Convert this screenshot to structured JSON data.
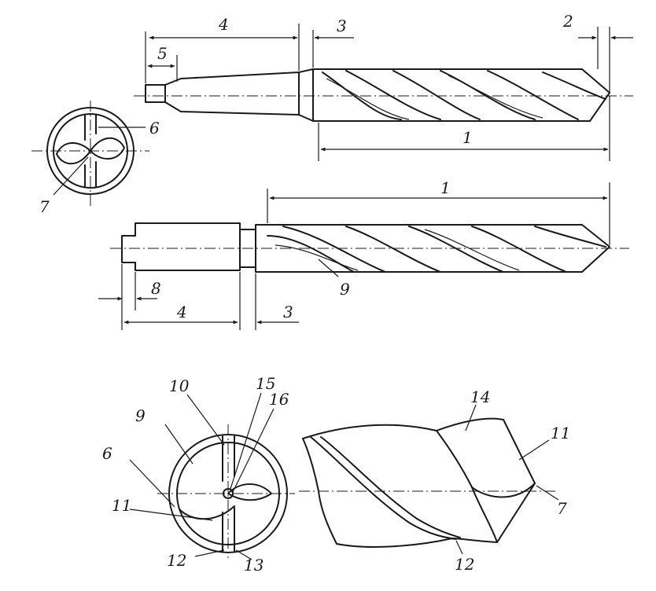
{
  "labels": {
    "top": {
      "d4": "4",
      "d3": "3",
      "d2": "2",
      "d5": "5",
      "d1": "1"
    },
    "end_view": {
      "d6": "6",
      "d7": "7"
    },
    "middle": {
      "d1": "1",
      "d9": "9",
      "d8": "8",
      "d4": "4",
      "d3": "3"
    },
    "section": {
      "d10": "10",
      "d15": "15",
      "d16": "16",
      "d9": "9",
      "d6": "6",
      "d11": "11",
      "d12": "12",
      "d13": "13"
    },
    "tip": {
      "d14": "14",
      "d11": "11",
      "d7": "7",
      "d12": "12"
    }
  }
}
